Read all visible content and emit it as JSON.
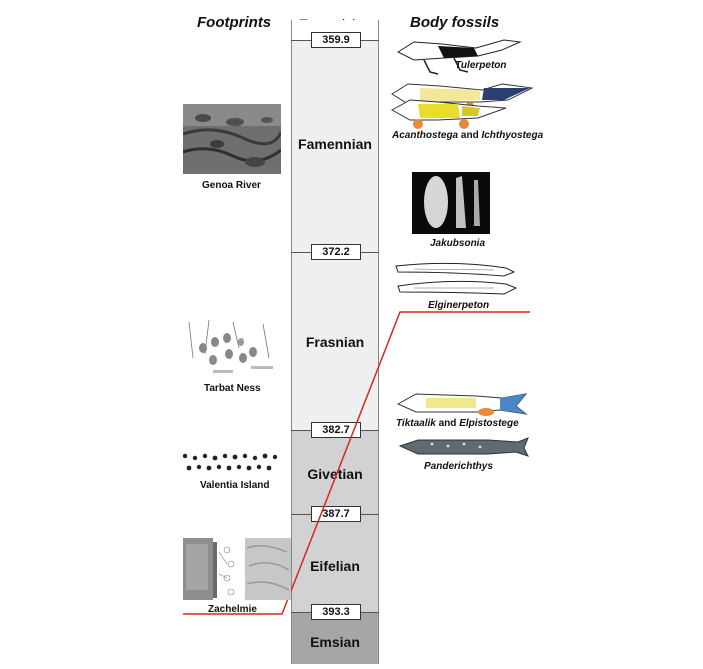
{
  "headers": {
    "footprints": "Footprints",
    "top_stage": "Tournaisian",
    "body_fossils": "Body fossils"
  },
  "stages": [
    {
      "name": "Famennian"
    },
    {
      "name": "Frasnian"
    },
    {
      "name": "Givetian"
    },
    {
      "name": "Eifelian"
    },
    {
      "name": "Emsian"
    }
  ],
  "ages": [
    "359.9",
    "372.2",
    "382.7",
    "387.7",
    "393.3"
  ],
  "footprints": [
    {
      "label": "Genoa River"
    },
    {
      "label": "Tarbat Ness"
    },
    {
      "label": "Valentia Island"
    },
    {
      "label": "Zachelmie"
    }
  ],
  "body_fossils": {
    "tulerpeton": "Tulerpeton",
    "acanthostega": "Acanthostega",
    "and1": " and ",
    "ichthyostega": "Ichthyostega",
    "jakubsonia": "Jakubsonia",
    "elginerpeton": "Elginerpeton",
    "tiktaalik": "Tiktaalik",
    "and2": " and ",
    "elpistostege": "Elpistostege",
    "panderichthys": "Panderichthys"
  },
  "colors": {
    "stage_light": "#efefef",
    "stage_mid": "#d2d2d2",
    "stage_dark": "#a6a6a6",
    "range_line": "#d9261c"
  }
}
